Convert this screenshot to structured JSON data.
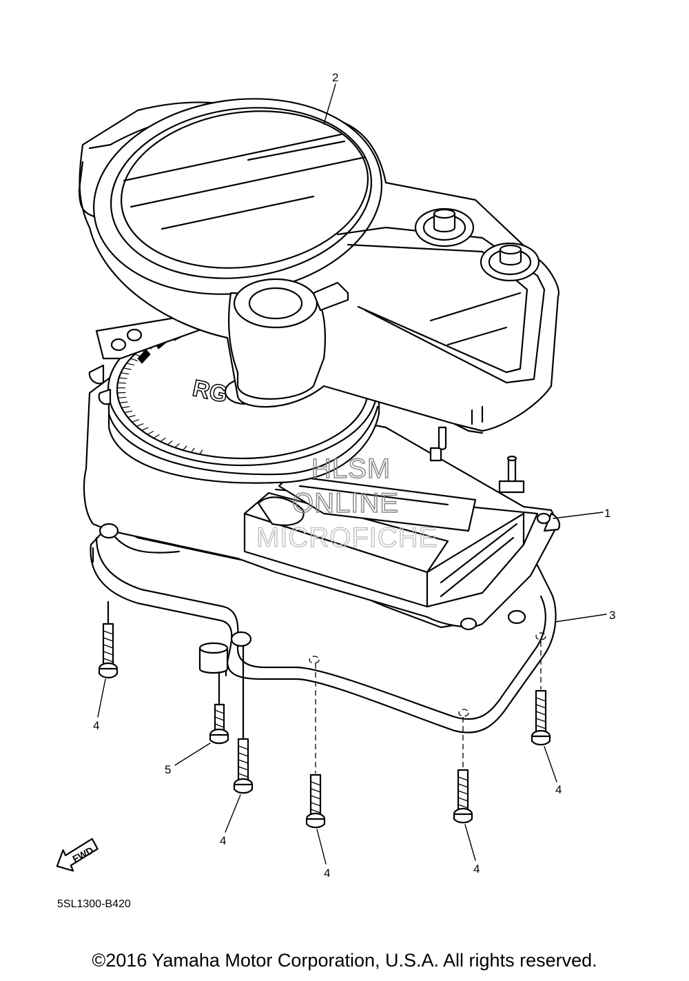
{
  "diagram": {
    "part_number": "5SL1300-B420",
    "fwd_label": "FWD",
    "dial_text": "RG",
    "callouts": {
      "c1": "1",
      "c2": "2",
      "c3": "3",
      "c4a": "4",
      "c4b": "4",
      "c4c": "4",
      "c4d": "4",
      "c4e": "4",
      "c5": "5"
    },
    "watermark": {
      "line1": "HLSM",
      "line2": "ONLINE",
      "line3": "MICROFICHE"
    }
  },
  "footer": {
    "copyright": "©2016 Yamaha Motor Corporation, U.S.A. All rights reserved."
  }
}
